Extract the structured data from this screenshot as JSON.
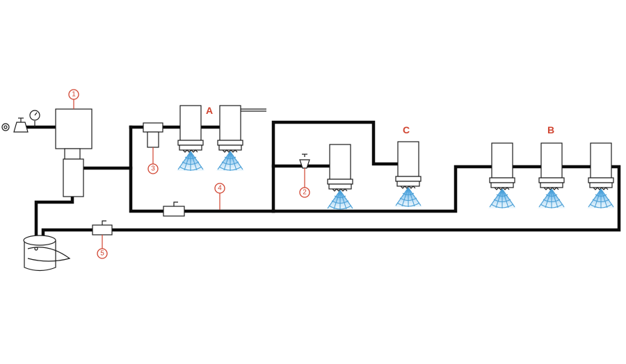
{
  "group_labels": {
    "a": "A",
    "b": "B",
    "c": "C"
  },
  "callouts": {
    "c1": "1",
    "c2": "2",
    "c3": "3",
    "c4": "4",
    "c5": "5"
  },
  "colors": {
    "pipe": "#0b0b0b",
    "callout": "#d0432f",
    "spray": "#3a9ad9",
    "outline": "#1a1a1a"
  },
  "icons": [
    "gauge-icon",
    "valve-icon",
    "spray-nozzle-icon",
    "bucket-icon",
    "filter-icon",
    "pressure-regulator-icon"
  ]
}
